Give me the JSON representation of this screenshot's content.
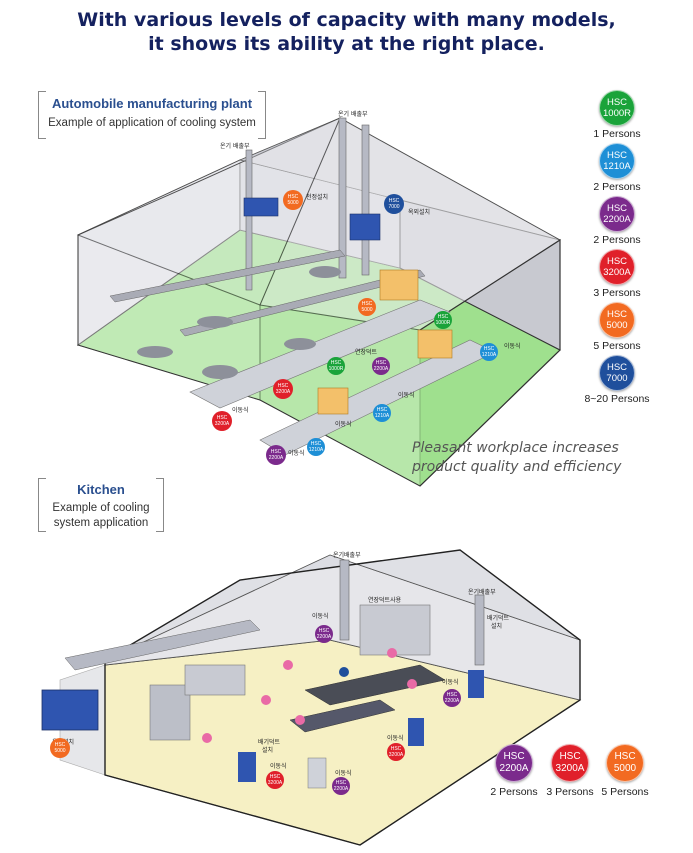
{
  "headline": {
    "line1": "With various levels of capacity with many models,",
    "line2": "it shows its ability at the right place."
  },
  "plant": {
    "title": "Automobile manufacturing plant",
    "subtitle": "Example of application of cooling system"
  },
  "kitchen": {
    "title": "Kitchen",
    "subtitle_line1": "Example of cooling",
    "subtitle_line2": "system application"
  },
  "tagline": {
    "line1": "Pleasant workplace increases",
    "line2": "product quality and efficiency"
  },
  "legend": [
    {
      "model_l1": "HSC",
      "model_l2": "1000R",
      "persons": "1 Persons",
      "color": "#1aa33a"
    },
    {
      "model_l1": "HSC",
      "model_l2": "1210A",
      "persons": "2 Persons",
      "color": "#1e8fd6"
    },
    {
      "model_l1": "HSC",
      "model_l2": "2200A",
      "persons": "2 Persons",
      "color": "#7b2a8c"
    },
    {
      "model_l1": "HSC",
      "model_l2": "3200A",
      "persons": "3 Persons",
      "color": "#e0202a"
    },
    {
      "model_l1": "HSC",
      "model_l2": "5000",
      "persons": "5 Persons",
      "color": "#f26a21"
    },
    {
      "model_l1": "HSC",
      "model_l2": "7000",
      "persons": "8~20 Persons",
      "color": "#1f4f9c"
    }
  ],
  "kitchen_legend": [
    {
      "model_l1": "HSC",
      "model_l2": "2200A",
      "persons": "2 Persons",
      "color": "#7b2a8c"
    },
    {
      "model_l1": "HSC",
      "model_l2": "3200A",
      "persons": "3 Persons",
      "color": "#e0202a"
    },
    {
      "model_l1": "HSC",
      "model_l2": "5000",
      "persons": "5 Persons",
      "color": "#f26a21"
    }
  ],
  "plant_labels": {
    "exhaust_top": "온기 배출부",
    "exhaust_left": "온기 배출부",
    "ceiling_install": "천정설치",
    "outdoor_install": "옥외설치",
    "mobile": "이동식",
    "duct_connect": "연장덕트"
  },
  "kitchen_labels": {
    "exhaust_top": "온기배출부",
    "exhaust_right": "온기배출부",
    "duct_use": "연장덕트사용",
    "outdoor_install": "옥외설치",
    "mobile": "이동식",
    "exhaust_duct_l1": "배기덕트",
    "exhaust_duct_l2": "설치"
  },
  "map_badges": {
    "b5000": "5000",
    "b7000": "7000",
    "b1000r": "1000R",
    "b1210a": "1210A",
    "b2200a": "2200A",
    "b3200a": "3200A",
    "hsc": "HSC"
  }
}
